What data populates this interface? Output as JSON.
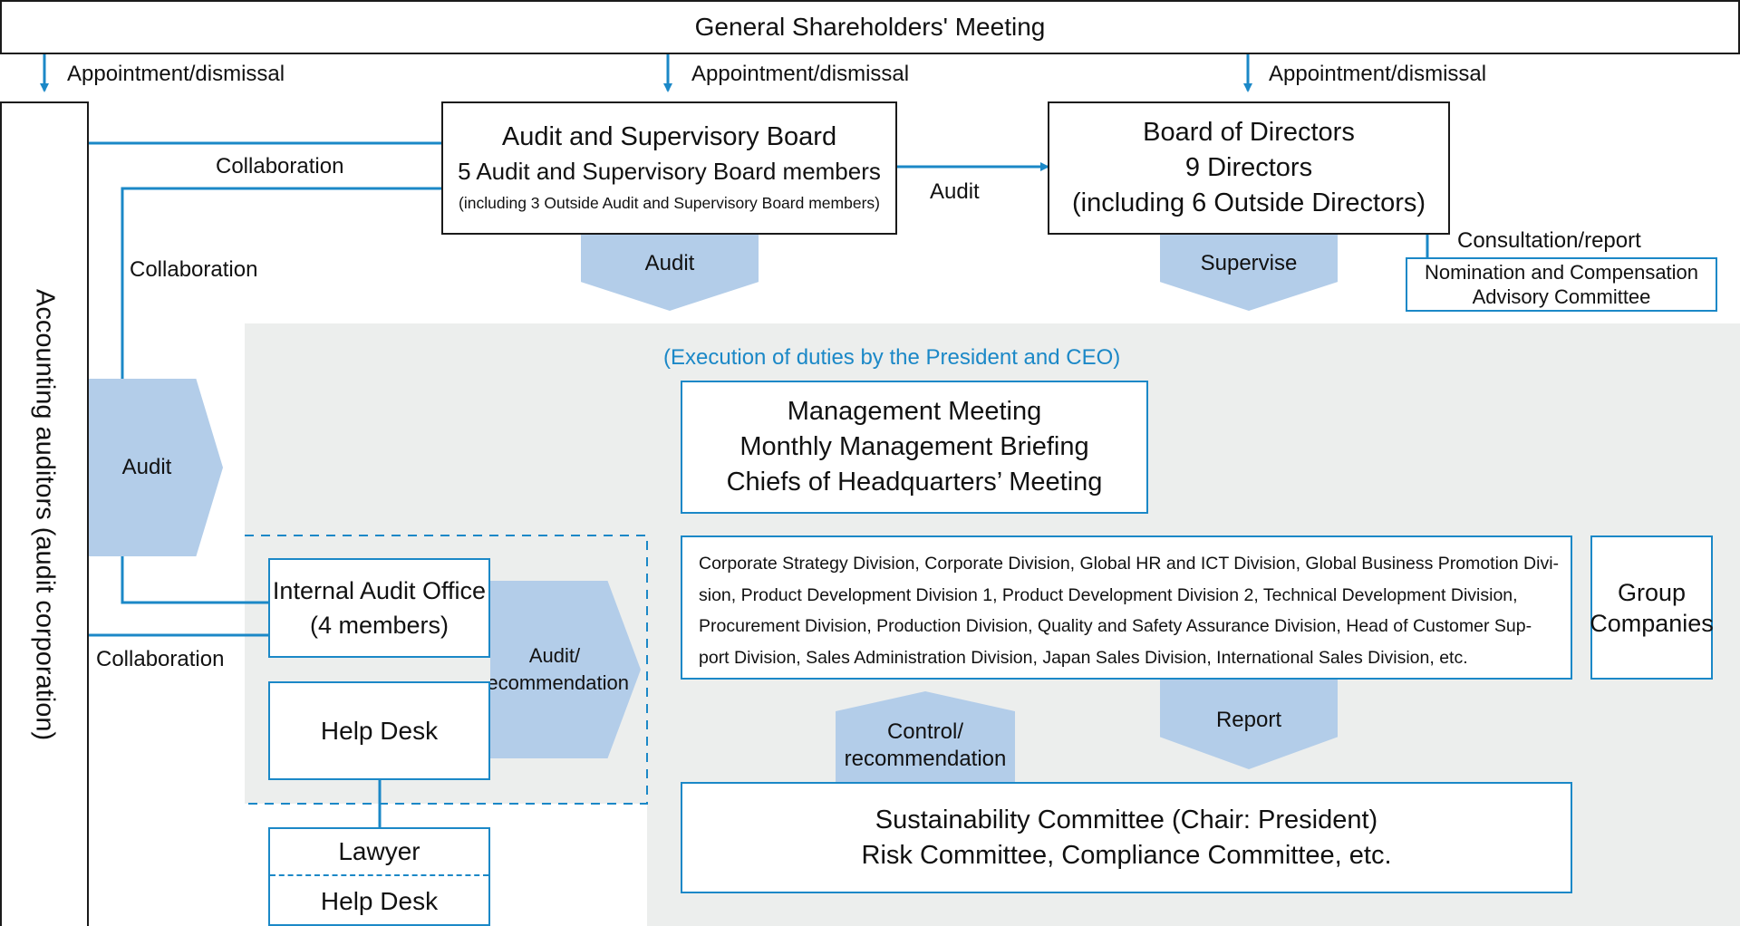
{
  "shareholders": "General Shareholders' Meeting",
  "appointment_labels": [
    "Appointment/dismissal",
    "Appointment/dismissal",
    "Appointment/dismissal"
  ],
  "auditors_box": "Accounting auditors (audit corporation)",
  "audit_board": {
    "title": "Audit and Supervisory Board",
    "members": "5 Audit and Supervisory Board members",
    "note": "(including 3 Outside Audit and Supervisory Board members)"
  },
  "board_directors": {
    "title": "Board of Directors",
    "members": "9 Directors",
    "note": "(including 6 Outside Directors)"
  },
  "collaboration_labels": [
    "Collaboration",
    "Collaboration",
    "Collaboration"
  ],
  "audit_arrow_label": "Audit",
  "audit_down_label": "Audit",
  "supervise_label": "Supervise",
  "consultation_label": "Consultation/report",
  "nomination_committee": [
    "Nomination and Compensation",
    "Advisory Committee"
  ],
  "execution_label": "(Execution of duties by the President and CEO)",
  "management_meetings": [
    "Management Meeting",
    "Monthly Management Briefing",
    "Chiefs of Headquarters’ Meeting"
  ],
  "auditors_audit_label": "Audit",
  "internal_audit": [
    "Internal Audit Office",
    "(4 members)"
  ],
  "audit_recommendation": [
    "Audit/",
    "recommendation"
  ],
  "help_desk": "Help Desk",
  "lawyer": "Lawyer",
  "lawyer_help_desk": "Help Desk",
  "divisions_text": [
    "Corporate Strategy Division, Corporate Division, Global HR and ICT Division, Global Business Promotion Divi-",
    "sion, Product Development Division 1, Product Development Division 2, Technical Development Division,",
    "Procurement Division, Production Division, Quality and Safety Assurance Division, Head of Customer Sup-",
    "port Division, Sales Administration Division, Japan Sales Division, International Sales Division, etc."
  ],
  "group_companies": [
    "Group",
    "Companies"
  ],
  "control_recommendation": [
    "Control/",
    "recommendation"
  ],
  "report_label": "Report",
  "sustainability": [
    "Sustainability Committee (Chair: President)",
    "Risk Committee, Compliance Committee, etc."
  ],
  "colors": {
    "accent_blue": "#1b88c7",
    "shape_fill": "#b3cde9",
    "panel_gray": "#eceeed",
    "execution_text": "#1b88c7"
  }
}
